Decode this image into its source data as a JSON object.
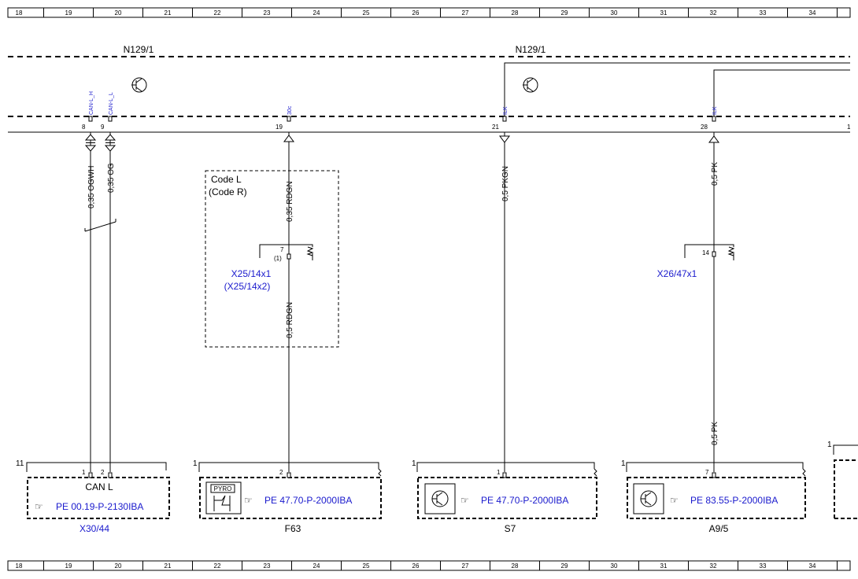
{
  "ruler": {
    "columns": [
      "18",
      "19",
      "20",
      "21",
      "22",
      "23",
      "24",
      "25",
      "26",
      "27",
      "28",
      "29",
      "30",
      "31",
      "32",
      "33",
      "34"
    ]
  },
  "modules": [
    {
      "label": "N129/1"
    },
    {
      "label": "N129/1"
    }
  ],
  "module_pins": [
    {
      "number": "8",
      "signal": "CAN-L_H"
    },
    {
      "number": "9",
      "signal": "CAN-L_L"
    },
    {
      "number": "19",
      "signal": "30c"
    },
    {
      "number": "21",
      "signal": "ILK"
    },
    {
      "number": "28",
      "signal": "ILK"
    },
    {
      "number": "1",
      "signal": ""
    }
  ],
  "wires": [
    {
      "label": "0,35 OGWH"
    },
    {
      "label": "0,35 OG"
    },
    {
      "label": "0,35 RDGN"
    },
    {
      "label": "0,5 RDGN"
    },
    {
      "label": "0,5 PKGN"
    },
    {
      "label": "0,5 PK"
    },
    {
      "label": "0,5 PK"
    }
  ],
  "code_box": {
    "line1": "Code L",
    "line2": "(Code R)"
  },
  "connectors": [
    {
      "pin": "7",
      "alt_pin": "(1)",
      "name": "X25/14x1",
      "alt_name": "(X25/14x2)"
    },
    {
      "pin": "14",
      "name": "X26/47x1"
    }
  ],
  "components": [
    {
      "corner": "11",
      "pins": [
        "1",
        "2"
      ],
      "title": "CAN L",
      "ref": "PE 00.19-P-2130IBA",
      "name": "X30/44"
    },
    {
      "corner": "1",
      "pins": [
        "2"
      ],
      "badge": "PYRO",
      "ref": "PE 47.70-P-2000IBA",
      "name": "F63"
    },
    {
      "corner": "1",
      "pins": [
        "1"
      ],
      "ref": "PE 47.70-P-2000IBA",
      "name": "S7"
    },
    {
      "corner": "1",
      "pins": [
        "7"
      ],
      "ref": "PE 83.55-P-2000IBA",
      "name": "A9/5"
    },
    {
      "corner": "1"
    }
  ],
  "colors": {
    "line": "#000000",
    "link": "#1a1acd"
  }
}
